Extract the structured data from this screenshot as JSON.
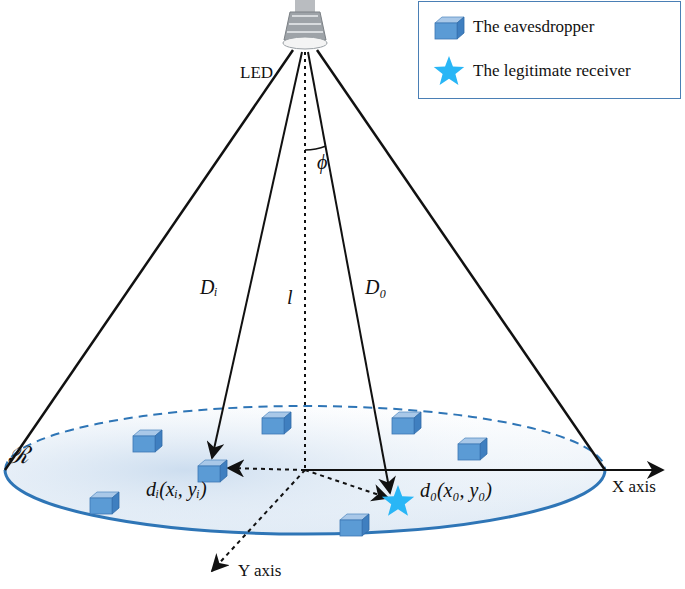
{
  "diagram": {
    "labels": [
      "LED",
      "ϕ",
      "Dᵢ",
      "l",
      "D₀",
      "ℛ",
      "dᵢ(xᵢ, yᵢ)",
      "d₀(x₀, y₀)",
      "X axis",
      "Y axis"
    ],
    "legend": [
      {
        "text": "The eavesdropper"
      },
      {
        "text": "The legitimate receiver"
      }
    ]
  }
}
